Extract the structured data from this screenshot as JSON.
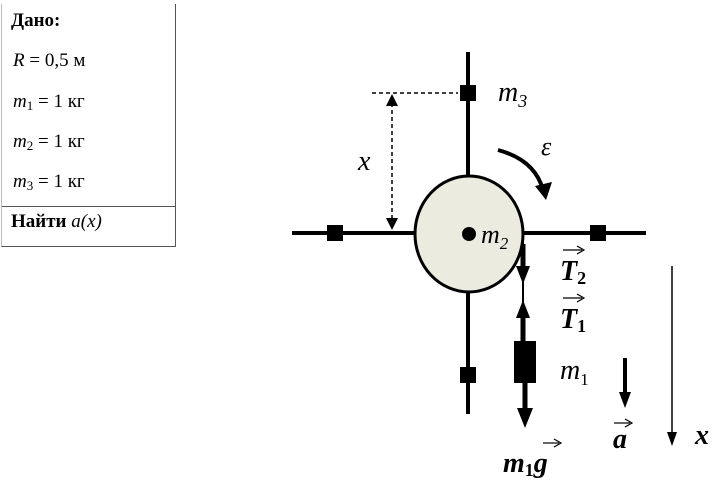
{
  "given": {
    "header": "Дано:",
    "items": [
      {
        "var": "R",
        "sub": "",
        "rest": " = 0,5 м"
      },
      {
        "var": "m",
        "sub": "1",
        "rest": " = 1 кг"
      },
      {
        "var": "m",
        "sub": "2",
        "rest": " = 1 кг"
      },
      {
        "var": "m",
        "sub": "3",
        "rest": " = 1 кг"
      }
    ],
    "find_label": "Найти",
    "find_target": "a(x)"
  },
  "diagram": {
    "labels": {
      "m3_m": "m",
      "m3_sub": "3",
      "x_left": "x",
      "epsilon": "ε",
      "m2_m": "m",
      "m2_sub": "2",
      "T2": "T",
      "T2_sub": "2",
      "T1": "T",
      "T1_sub": "1",
      "m1_m": "m",
      "m1_sub": "1",
      "a": "a",
      "x_axis": "x",
      "m1g_m": "m",
      "m1g_sub": "1",
      "m1g_g": "g"
    },
    "colors": {
      "disk_fill": "#ecebdf",
      "line": "#000000"
    }
  }
}
